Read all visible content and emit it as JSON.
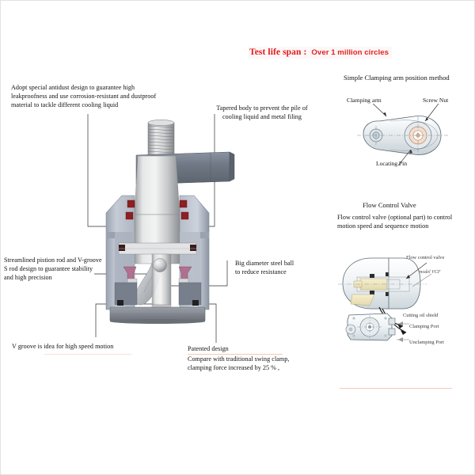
{
  "headline": {
    "label": "Test life span :",
    "value": "Over 1 million circles",
    "label_color": "#e01b1b",
    "value_color": "#e22222"
  },
  "callouts": {
    "antidust": "Adopt special antidust design to guarantee high\nleakproofness and use corrosion-resistant and  dustproof\nmaterial to tackle different cooling liquid",
    "tapered_body": "Tapered body to prevent the pile of\ncooling liquid and metal filing",
    "piston_rod": "Streamlined pistion rod and  V-groove\n S rod design to guarantee stability\n and high precision",
    "steel_ball": "Big diameter steel ball\nto reduce  resistance",
    "v_groove": "V groove is idea for high speed motion",
    "patented_title": "Patented design",
    "patented_body": "Compare with traditional swing clamp,\nclamping force increased by 25 % ,"
  },
  "arm_panel": {
    "title": "Simple Clamping arm position method",
    "label_arm": "Clamping arm",
    "label_nut": "Screw Nut",
    "label_pin": "Locating Pin"
  },
  "valve_panel": {
    "title": "Flow Control Valve",
    "description": "Flow control valve (optional part) to control\nmotion speed and sequence motion",
    "label_valve": "Flow control valve",
    "label_model": "model VCF",
    "label_oil_shield": "Cutting oil shield",
    "label_clamping_port": "Clamping Port",
    "label_unclamping_port": "Unclamping Port"
  },
  "palette": {
    "body_light": "#c3c9d3",
    "body_mid": "#a8b0bc",
    "body_dark": "#8d96a4",
    "arm_gray": "#6d7682",
    "rod_silver": "#d8d9d9",
    "seal_red": "#8e1f22",
    "seal_pink": "#b0708e",
    "base_gray": "#7c8088",
    "accent_pink": "#f6c8b4"
  }
}
